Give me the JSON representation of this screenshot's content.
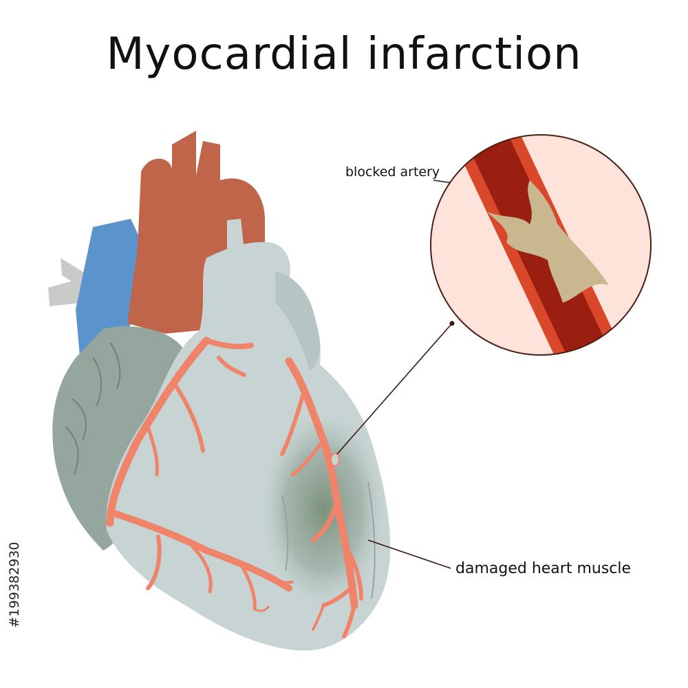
{
  "title": "Myocardial infarction",
  "labels": {
    "blocked_artery": "blocked artery",
    "damaged_muscle": "damaged heart muscle"
  },
  "watermark_id": "#199382930",
  "colors": {
    "aorta": "#c0644a",
    "vena_cava": "#5b93cc",
    "ventricle": "#c7d4d3",
    "atrium": "#94a69e",
    "coronary": "#f0846a",
    "damage": "#6f866b",
    "vessel_wall": "#d9482a",
    "blood": "#9a1f10",
    "plaque": "#c9b88f",
    "zoom_bg": "#fde3d9",
    "zoom_border": "#4a1d17"
  }
}
